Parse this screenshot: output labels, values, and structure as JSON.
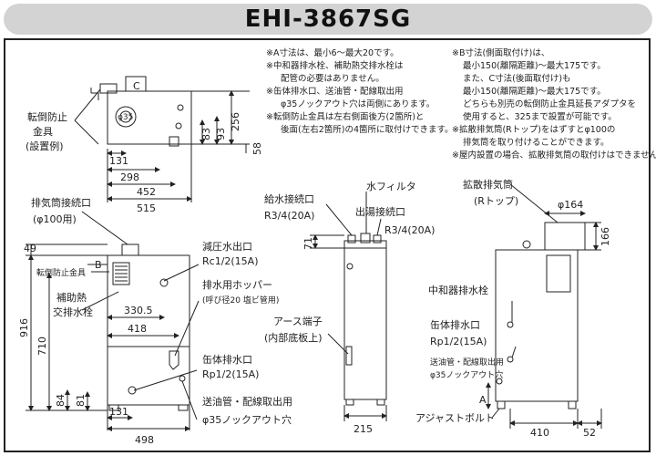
{
  "title": "EHI-3867SG",
  "notes_left": [
    "※A寸法は、最小6～最大20です。",
    "※中和器排水栓、補助熱交排水栓は",
    "配管の必要はありません。",
    "※缶体排水口、送油管・配線取出用",
    "φ35ノックアウト穴は両側にあります。",
    "※転倒防止金具は左右側面後方(2箇所)と",
    "後面(左右2箇所)の4箇所に取付けできます。"
  ],
  "notes_right": [
    "※B寸法(側面取付け)は、",
    "最小150(離隔距離)～最大175です。",
    "また、C寸法(後面取付け)も",
    "最小150(離隔距離)～最大175です。",
    "どちらも別売の転倒防止金具延長アダプタを",
    "使用すると、325まで設置が可能です。",
    "※拡散排気筒(Rトップ)をはずすとφ100の",
    "排気筒を取り付けることができます。",
    "※屋内設置の場合、拡散排気筒の取付けはできません。"
  ],
  "top_view": {
    "bracket_label": [
      "転倒防止",
      "金具",
      "(設置例)"
    ],
    "c": "C",
    "knockout": "φ35",
    "dims_w": [
      "131",
      "298",
      "452",
      "515"
    ],
    "dims_h": [
      "83",
      "93",
      "256",
      "58"
    ]
  },
  "front_view": {
    "labels": {
      "exhaust": "排気筒接続口",
      "exhaust_size": "(φ100用)",
      "bracket": "転倒防止金具",
      "b": "B",
      "heat_drain_1": "補助熱",
      "heat_drain_2": "交排水栓",
      "relief": "減圧水出口",
      "relief_size": "Rc1/2(15A)",
      "hopper": "排水用ホッパー",
      "hopper_size": "(呼び径20 塩ビ管用)",
      "drain": "缶体排水口",
      "drain_size": "Rp1/2(15A)",
      "oil": "送油管・配線取出用",
      "oil_size": "φ35ノックアウト穴"
    },
    "dims": [
      "49",
      "916",
      "710",
      "84",
      "81",
      "131",
      "330.5",
      "418",
      "498"
    ]
  },
  "side_view": {
    "labels": {
      "supply": "給水接続口",
      "supply_size": "R3/4(20A)",
      "filter": "水フィルタ",
      "hot": "出湯接続口",
      "hot_size": "R3/4(20A)",
      "earth": "アース端子",
      "earth_sub": "(内部底板上)"
    },
    "dims": [
      "71",
      "215"
    ]
  },
  "rear_view": {
    "labels": {
      "rtop": "拡散排気筒",
      "rtop_sub": "(Rトップ)",
      "neutral": "中和器排水栓",
      "drain": "缶体排水口",
      "drain_size": "Rp1/2(15A)",
      "oil": "送油管・配線取出用",
      "oil_size": "φ35ノックアウト穴",
      "a": "A",
      "bolt": "アジャストボルト"
    },
    "dims": [
      "φ164",
      "166",
      "410",
      "52"
    ]
  }
}
